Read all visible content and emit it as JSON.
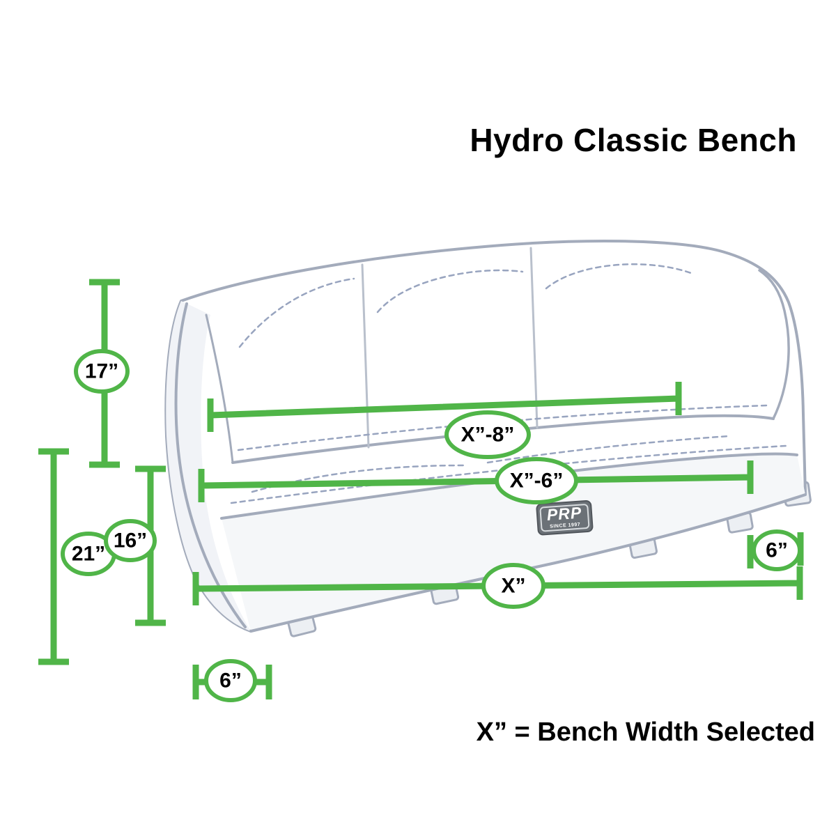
{
  "title": "Hydro Classic Bench",
  "legend": "X” = Bench Width Selected",
  "badge": {
    "brand": "PRP",
    "tagline": "SINCE 1997"
  },
  "colors": {
    "dimension_green": "#50b548",
    "piping_gray": "#a3abbb"
  },
  "dimensions": {
    "back_cushion_height": "17”",
    "overall_side_height": "21”",
    "seat_front_height": "16”",
    "base_depth_front": "6”",
    "base_depth_side": "6”",
    "inner_width_rear": "X”-8”",
    "inner_width_front": "X”-6”",
    "overall_width": "X”"
  }
}
